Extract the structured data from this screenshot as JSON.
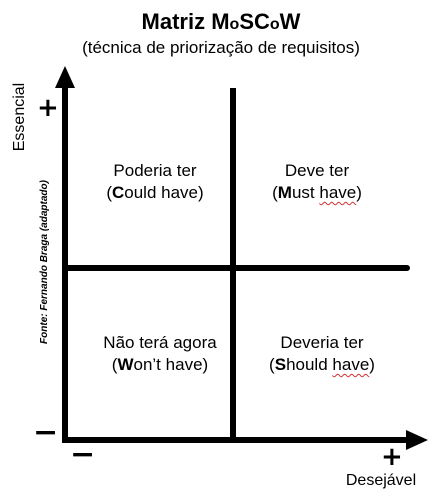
{
  "title": {
    "prefix": "Matriz M",
    "o1": "o",
    "mid": "SC",
    "o2": "o",
    "suffix": "W"
  },
  "subtitle": "(técnica de priorização de requisitos)",
  "axes": {
    "y_label": "Essencial",
    "x_label": "Desejável",
    "y_plus": "+",
    "y_minus": "−",
    "x_plus": "+",
    "x_minus": "−",
    "source": "Fonte: Fernando Braga (adaptado)"
  },
  "quadrants": {
    "top_left": {
      "line1": "Poderia ter",
      "open": "(",
      "bold": "C",
      "word1": "ould",
      "word2": "have",
      "close": ")"
    },
    "top_right": {
      "line1": "Deve ter",
      "open": "(",
      "bold": "M",
      "word1": "ust",
      "word2": "have",
      "close": ")"
    },
    "bottom_left": {
      "line1": "Não terá agora",
      "open": "(",
      "bold": "W",
      "word1": "on’t",
      "word2": "have",
      "close": ")"
    },
    "bottom_right": {
      "line1": "Deveria ter",
      "open": "(",
      "bold": "S",
      "word1": "hould",
      "word2": "have",
      "close": ")"
    }
  },
  "colors": {
    "ink": "#000000",
    "spellcheck_underline": "#d23030"
  }
}
